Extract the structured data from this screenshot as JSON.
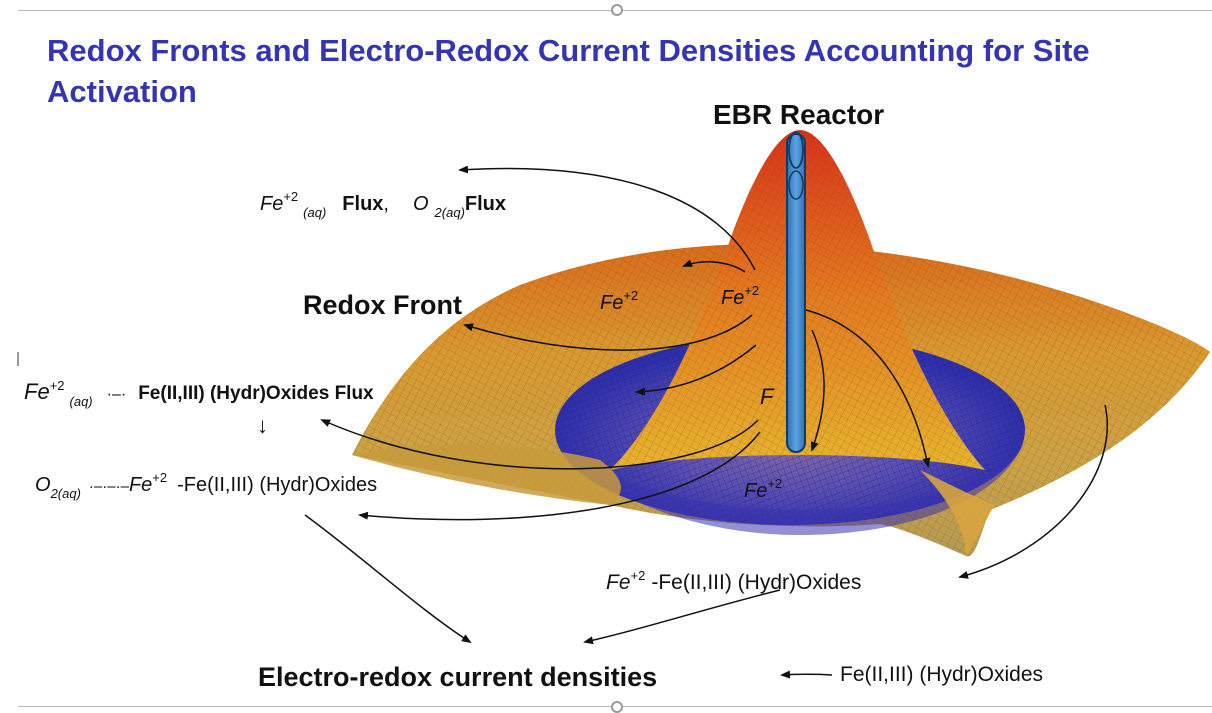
{
  "title": "Redox Fronts and Electro-Redox Current Densities Accounting for Site Activation",
  "reactor_label": "EBR Reactor",
  "species": {
    "fe": "Fe",
    "charge": "+2",
    "aq": "(aq)",
    "o_ital": "O",
    "o2_sub_spaced": "2(aq)",
    "o2_sub": "2(aq)",
    "f_fragment": "F"
  },
  "flux_label": "Flux",
  "flux_separator": ",",
  "redox_front": "Redox Front",
  "connector_dashes": "·–·",
  "connector_dashes_long": "·–·–·–",
  "oxides_flux": "Fe(II,III) (Hydr)Oxides Flux",
  "oxides_label": "-Fe(II,III) (Hydr)Oxides",
  "oxides_plain": "Fe(II,III) (Hydr)Oxides",
  "down_arrow": "↓",
  "current_densities": "Electro-redox current densities",
  "colors": {
    "title": "#3535b4",
    "surface_peak": "#d8331b",
    "surface_mid": "#e09a2f",
    "surface_flat": "#c9a345",
    "surface_well": "#2f2fa8",
    "reactor_fill": "#3f86c9",
    "reactor_outline": "#123a66"
  }
}
